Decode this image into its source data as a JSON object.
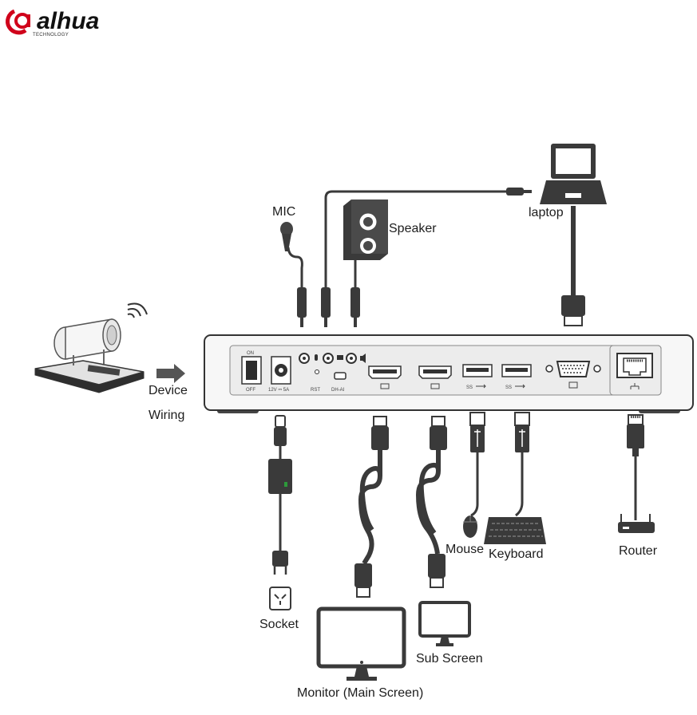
{
  "brand": {
    "logo_text": "alhua",
    "logo_sub": "TECHNOLOGY"
  },
  "labels": {
    "mic": "MIC",
    "speaker": "Speaker",
    "laptop": "laptop",
    "device": "Device",
    "wiring": "Wiring",
    "socket": "Socket",
    "monitor": "Monitor (Main Screen)",
    "sub_screen": "Sub Screen",
    "mouse": "Mouse",
    "keyboard": "Keyboard",
    "router": "Router"
  },
  "panel": {
    "on": "ON",
    "off": "OFF",
    "power_rating": "12V ⎓ 5A",
    "rst": "RST",
    "dh_ai": "DH-AI",
    "usb1": "SS",
    "usb2": "SS"
  },
  "colors": {
    "brand_red": "#d0021b",
    "device_fill": "#f5f5f5",
    "device_stroke": "#333333",
    "cable": "#3a3a3a",
    "panel_inset": "#e6e6e6"
  }
}
